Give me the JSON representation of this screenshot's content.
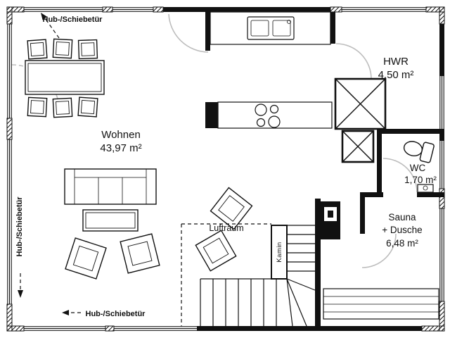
{
  "floorplan": {
    "doors": {
      "top": "Hub-/Schiebetür",
      "left": "Hub-/Schiebetür",
      "bottom": "Hub-/Schiebetür"
    },
    "rooms": {
      "wohnen": {
        "name": "Wohnen",
        "area": "43,97 m²"
      },
      "hwr": {
        "name": "HWR",
        "area": "4,50 m²"
      },
      "wc": {
        "name": "WC",
        "area": "1,70 m²"
      },
      "sauna": {
        "line1": "Sauna",
        "line2": "+ Dusche",
        "area": "6,48 m²"
      }
    },
    "zones": {
      "luftraum": "Luftraum",
      "kamin": "Kamin"
    },
    "colors": {
      "line": "#111111",
      "door_swing": "#bdbdbd",
      "background": "#ffffff"
    }
  }
}
